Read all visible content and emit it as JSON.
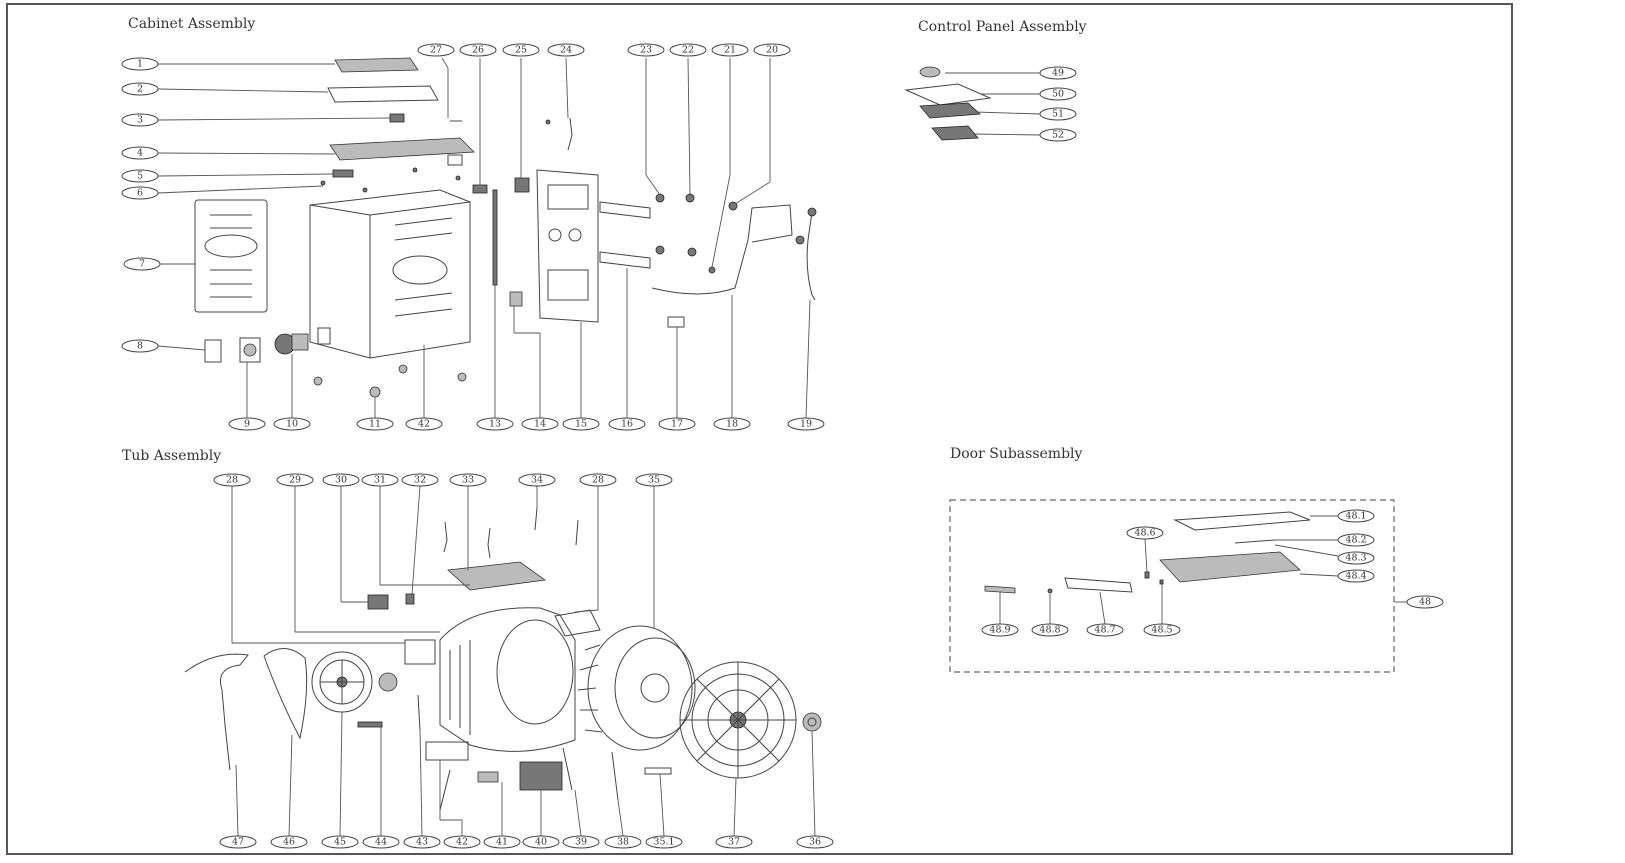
{
  "sections": {
    "cabinet": "Cabinet Assembly",
    "control_panel": "Control Panel Assembly",
    "tub": "Tub Assembly",
    "door": "Door Subassembly"
  },
  "callouts": {
    "c1": "1",
    "c2": "2",
    "c3": "3",
    "c4": "4",
    "c5": "5",
    "c6": "6",
    "c7": "7",
    "c8": "8",
    "c9": "9",
    "c10": "10",
    "c11": "11",
    "c42a": "42",
    "c13": "13",
    "c14": "14",
    "c15": "15",
    "c16": "16",
    "c17": "17",
    "c18": "18",
    "c19": "19",
    "c27": "27",
    "c26": "26",
    "c25": "25",
    "c24": "24",
    "c23": "23",
    "c22": "22",
    "c21": "21",
    "c20": "20",
    "c49": "49",
    "c50": "50",
    "c51": "51",
    "c52": "52",
    "c28a": "28",
    "c29": "29",
    "c30": "30",
    "c31": "31",
    "c32": "32",
    "c33": "33",
    "c34": "34",
    "c28b": "28",
    "c35": "35",
    "c47": "47",
    "c46": "46",
    "c45": "45",
    "c44": "44",
    "c43": "43",
    "c42b": "42",
    "c41": "41",
    "c40": "40",
    "c39": "39",
    "c38": "38",
    "c351": "35.1",
    "c37": "37",
    "c36": "36",
    "c481": "48.1",
    "c482": "48.2",
    "c483": "48.3",
    "c484": "48.4",
    "c486": "48.6",
    "c48": "48",
    "c489": "48.9",
    "c488": "48.8",
    "c487": "48.7",
    "c485": "48.5"
  }
}
